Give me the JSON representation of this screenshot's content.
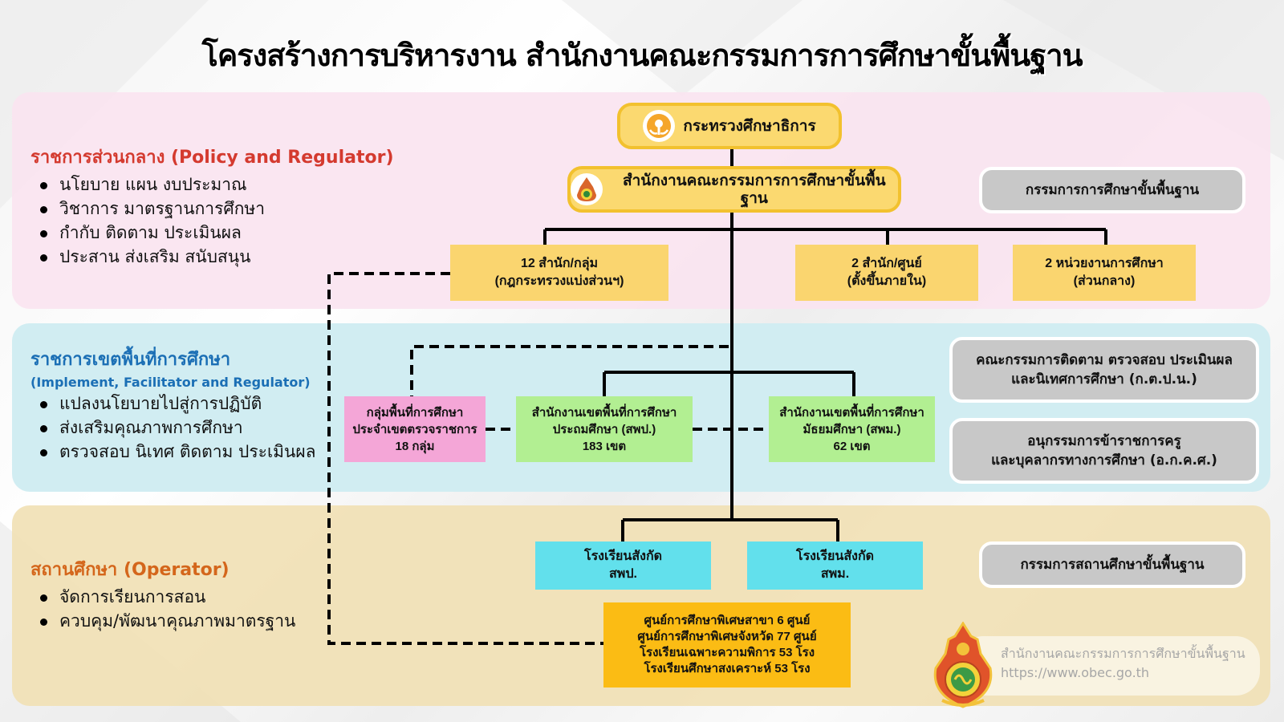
{
  "title": "โครงสร้างการบริหารงาน สำนักงานคณะกรรมการการศึกษาขั้นพื้นฐาน",
  "sections": {
    "central": {
      "heading": "ราชการส่วนกลาง (Policy and Regulator)",
      "color": "#d43a2f",
      "bullets": [
        "นโยบาย แผน งบประมาณ",
        "วิชาการ มาตรฐานการศึกษา",
        "กำกับ ติดตาม ประเมินผล",
        "ประสาน ส่งเสริม สนับสนุน"
      ]
    },
    "area": {
      "heading": "ราชการเขตพื้นที่การศึกษา",
      "subheading": "(Implement, Facilitator and Regulator)",
      "color": "#1b6fb5",
      "bullets": [
        "แปลงนโยบายไปสู่การปฏิบัติ",
        "ส่งเสริมคุณภาพการศึกษา",
        "ตรวจสอบ นิเทศ ติดตาม ประเมินผล"
      ]
    },
    "school": {
      "heading": "สถานศึกษา (Operator)",
      "color": "#d4661b",
      "bullets": [
        "จัดการเรียนการสอน",
        "ควบคุม/พัฒนาคุณภาพมาตรฐาน"
      ]
    }
  },
  "nodes": {
    "ministry": {
      "label": "กระทรวงศึกษาธิการ",
      "icon": "moe-emblem-icon"
    },
    "obec": {
      "label": "สำนักงานคณะกรรมการการศึกษาขั้นพื้นฐาน",
      "icon": "obec-emblem-icon"
    },
    "bureaus12": {
      "lines": [
        "12 สำนัก/กลุ่ม",
        "(กฎกระทรวงแบ่งส่วนฯ)"
      ]
    },
    "bureaus2": {
      "lines": [
        "2 สำนัก/ศูนย์",
        "(ตั้งขึ้นภายใน)"
      ]
    },
    "units2": {
      "lines": [
        "2 หน่วยงานการศึกษา",
        "(ส่วนกลาง)"
      ]
    },
    "area_groups": {
      "lines": [
        "กลุ่มพื้นที่การศึกษา",
        "ประจำเขตตรวจราชการ",
        "18 กลุ่ม"
      ]
    },
    "primary_offices": {
      "lines": [
        "สำนักงานเขตพื้นที่การศึกษา",
        "ประถมศึกษา (สพป.)",
        "183 เขต"
      ]
    },
    "secondary_offices": {
      "lines": [
        "สำนักงานเขตพื้นที่การศึกษา",
        "มัธยมศึกษา (สพม.)",
        "62 เขต"
      ]
    },
    "primary_schools": {
      "lines": [
        "โรงเรียนสังกัด",
        "สพป."
      ]
    },
    "secondary_schools": {
      "lines": [
        "โรงเรียนสังกัด",
        "สพม."
      ]
    },
    "special_ed": {
      "lines": [
        "ศูนย์การศึกษาพิเศษสาขา 6 ศูนย์",
        "ศูนย์การศึกษาพิเศษจังหวัด 77 ศูนย์",
        "โรงเรียนเฉพาะความพิการ 53 โรง",
        "โรงเรียนศึกษาสงเคราะห์ 53 โรง"
      ]
    }
  },
  "committees": {
    "basic_ed_committee": {
      "lines": [
        "กรรมการการศึกษาขั้นพื้นฐาน"
      ]
    },
    "monitoring_committee": {
      "lines": [
        "คณะกรรมการติดตาม ตรวจสอบ ประเมินผล",
        "และนิเทศการศึกษา (ก.ต.ป.น.)"
      ]
    },
    "teacher_subcommittee": {
      "lines": [
        "อนุกรรมการข้าราชการครู",
        "และบุคลากรทางการศึกษา (อ.ก.ค.ศ.)"
      ]
    },
    "school_board": {
      "lines": [
        "กรรมการสถานศึกษาขั้นพื้นฐาน"
      ]
    }
  },
  "footer": {
    "org_name": "สำนักงานคณะกรรมการการศึกษาขั้นพื้นฐาน",
    "url": "https://www.obec.go.th",
    "logo": "obec-logo-icon"
  }
}
